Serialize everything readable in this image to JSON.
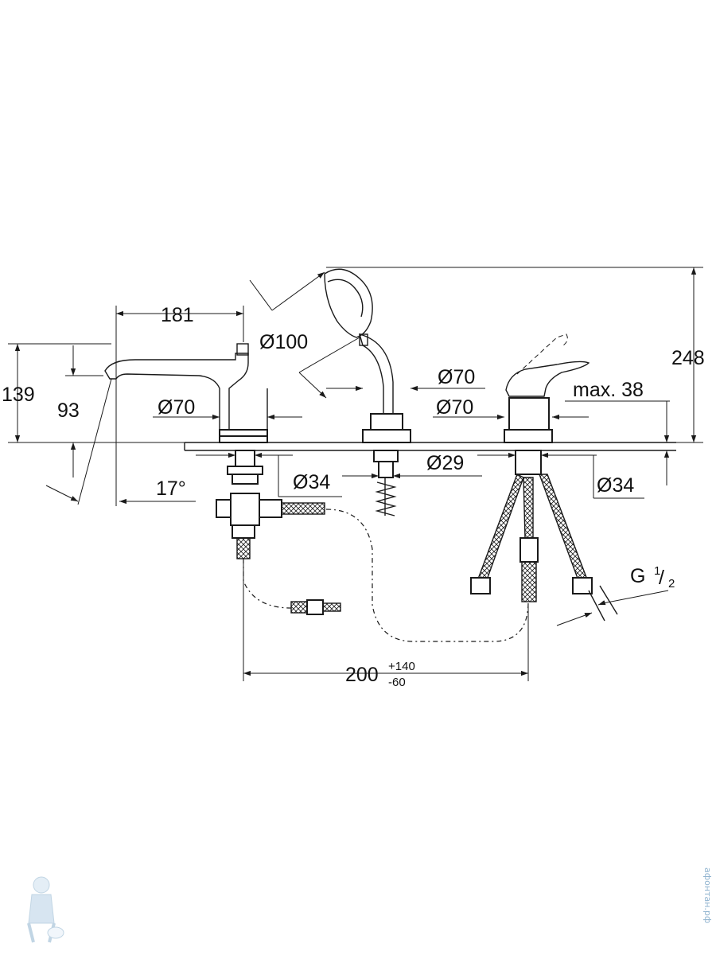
{
  "dimensions": {
    "spout_length": "181",
    "handshower_diameter": "Ø100",
    "total_height": "248",
    "spout_height": "139",
    "spout_outlet_height": "93",
    "spout_base_diameter": "Ø70",
    "handshower_holder_diameter": "Ø70",
    "mixer_diameter_top": "Ø70",
    "mixer_diameter": "Ø70",
    "max_deck_thickness": "max. 38",
    "angle": "17°",
    "hole_left": "Ø34",
    "hole_middle": "Ø29",
    "hole_right": "Ø34",
    "thread": "G",
    "thread_num": "1",
    "thread_den": "2",
    "spacing": "200",
    "spacing_plus": "+140",
    "spacing_minus": "-60"
  },
  "watermark": {
    "site": "афонтан.рф",
    "logo": "plumber-mascot"
  }
}
